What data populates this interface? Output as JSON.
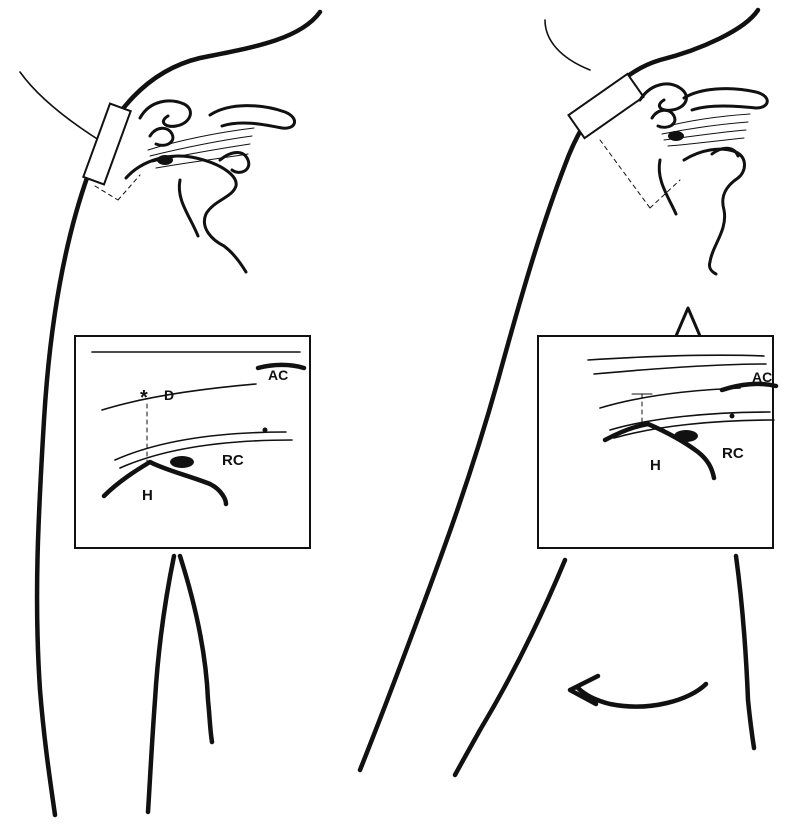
{
  "panels": [
    {
      "labels": {
        "ac": "AC",
        "d": "D",
        "rc": "RC",
        "h": "H",
        "star": "*"
      }
    },
    {
      "labels": {
        "ac": "AC",
        "rc": "RC",
        "h": "H"
      }
    }
  ]
}
